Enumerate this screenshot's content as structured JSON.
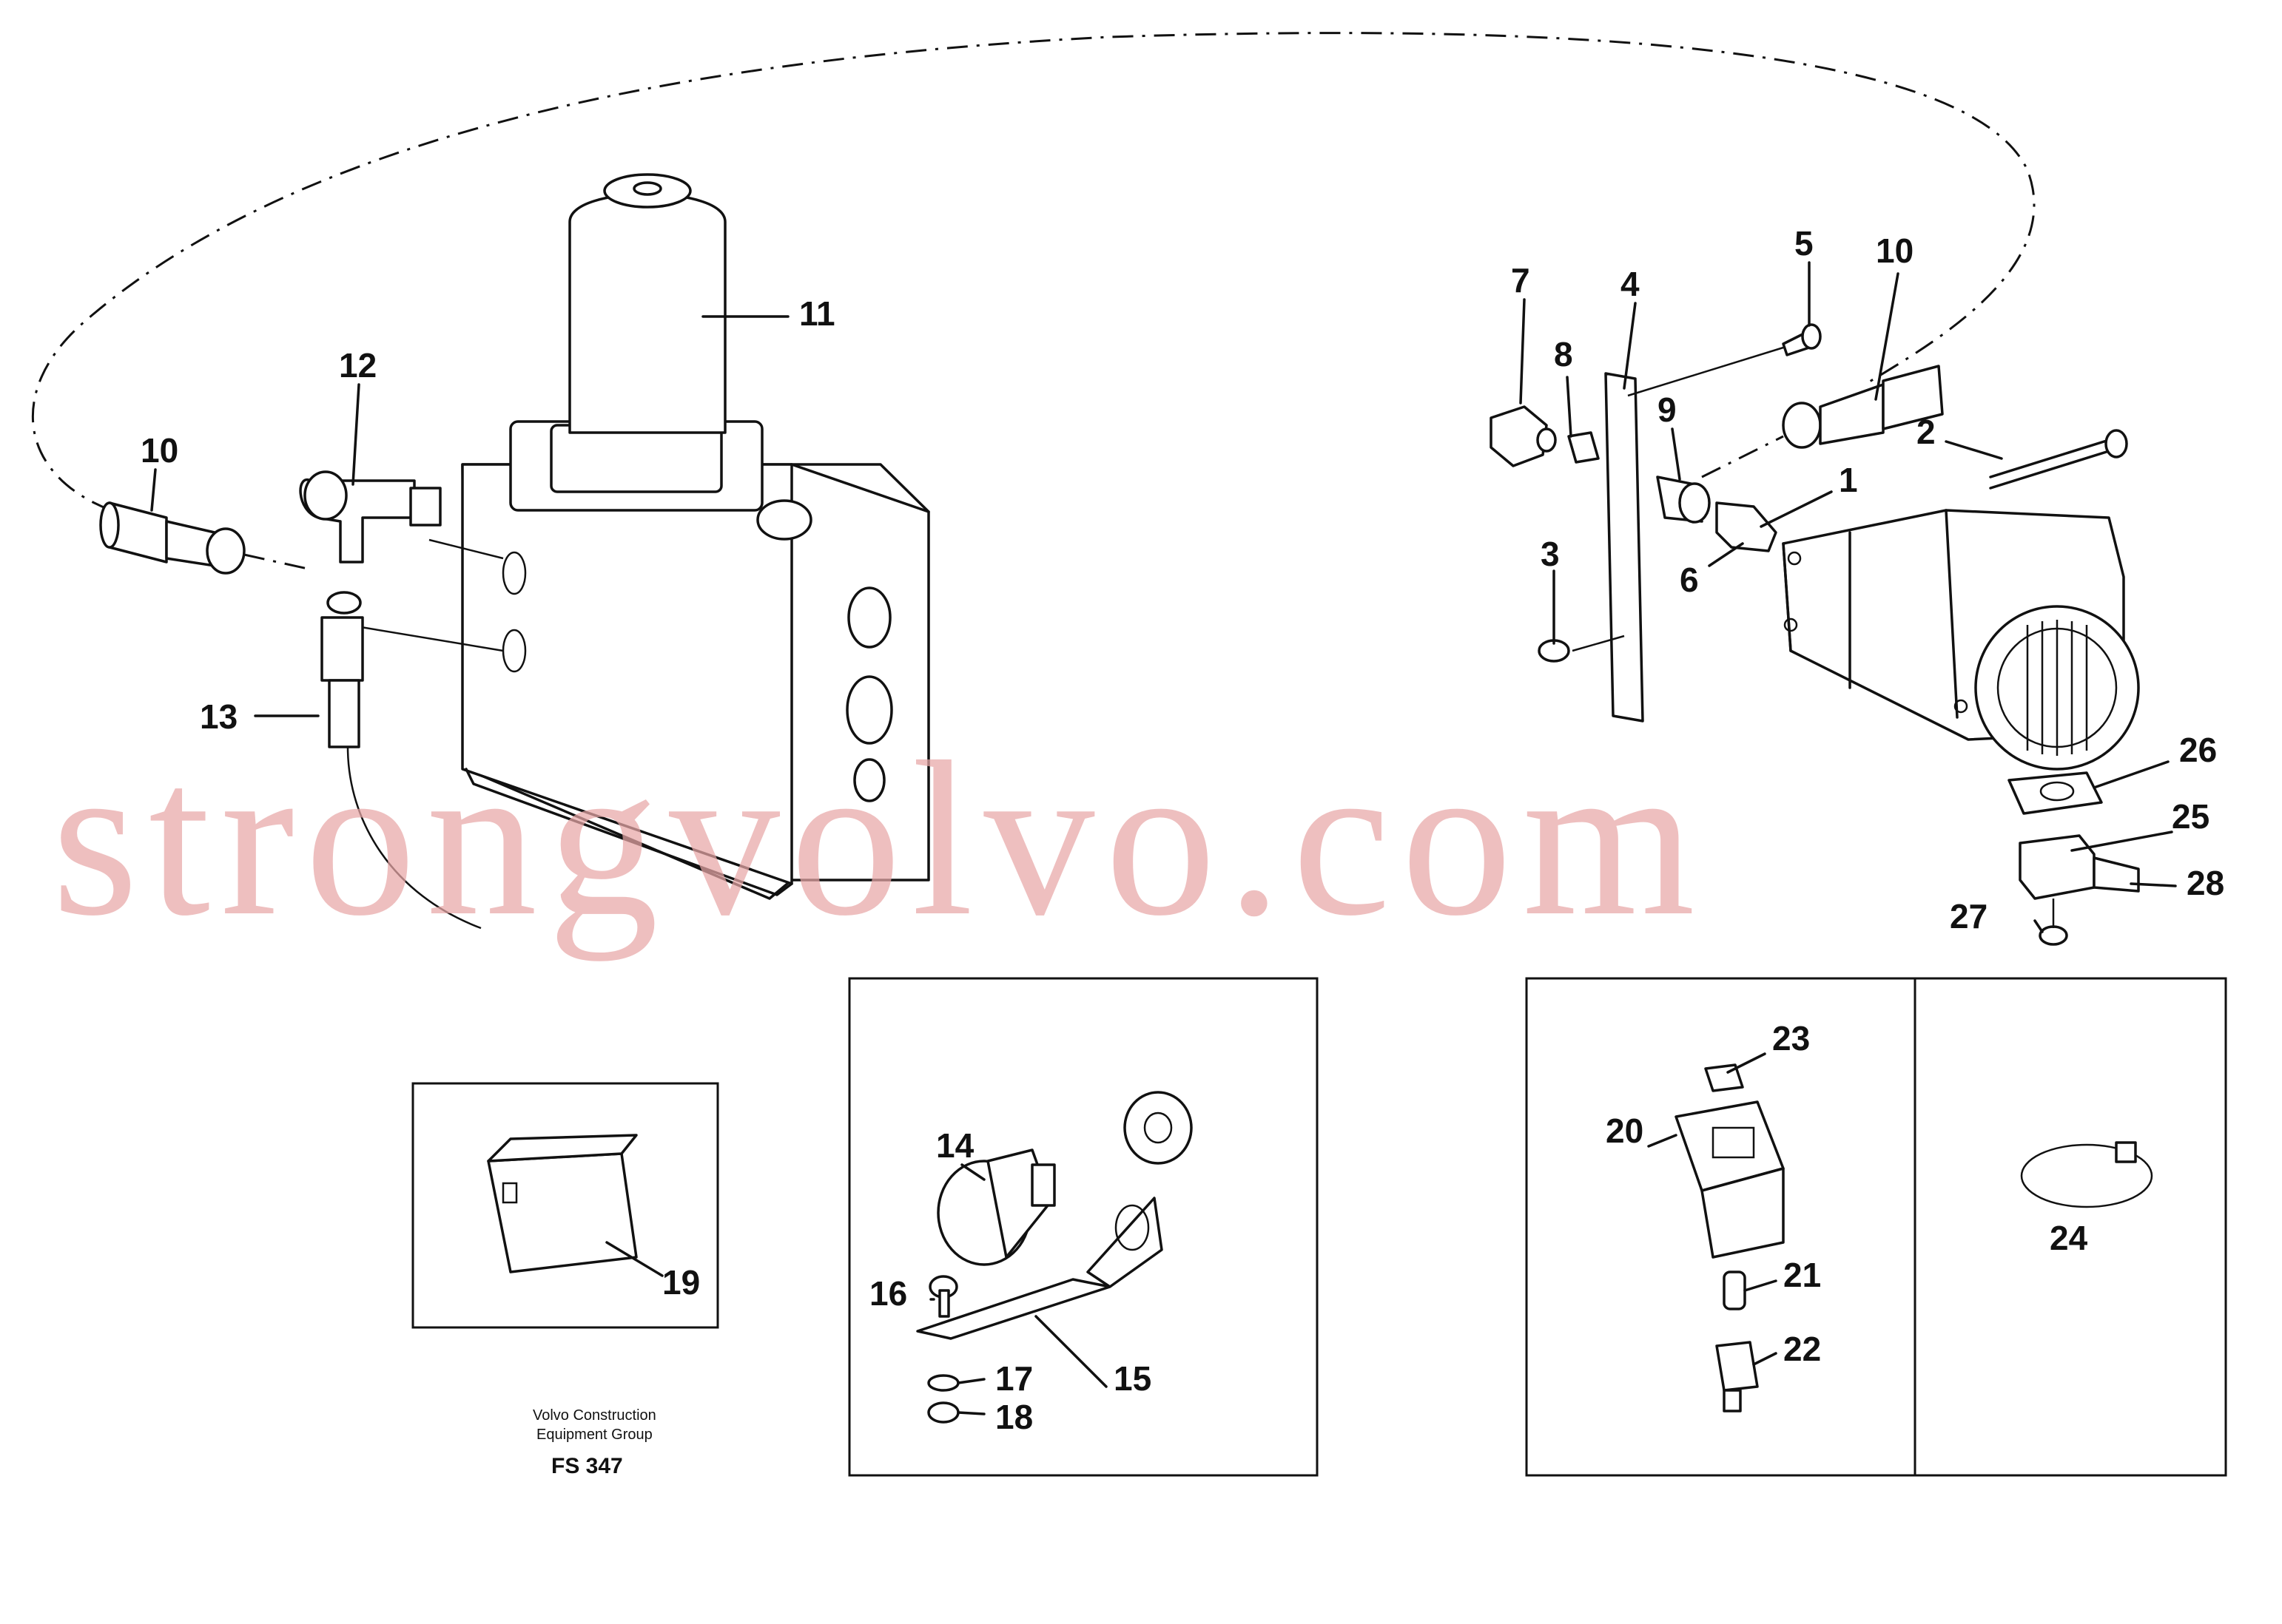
{
  "callouts": {
    "c1": "1",
    "c2": "2",
    "c3": "3",
    "c4": "4",
    "c5": "5",
    "c6": "6",
    "c7": "7",
    "c8": "8",
    "c9": "9",
    "c10a": "10",
    "c10b": "10",
    "c11": "11",
    "c12": "12",
    "c13": "13",
    "c14": "14",
    "c15": "15",
    "c16": "16",
    "c17": "17",
    "c18": "18",
    "c19": "19",
    "c20": "20",
    "c21": "21",
    "c22": "22",
    "c23": "23",
    "c24": "24",
    "c25": "25",
    "c26": "26",
    "c27": "27",
    "c28": "28"
  },
  "footer": {
    "line1": "Volvo Construction",
    "line2": "Equipment Group",
    "code": "FS 347"
  },
  "watermark": "strongvolvo.com"
}
